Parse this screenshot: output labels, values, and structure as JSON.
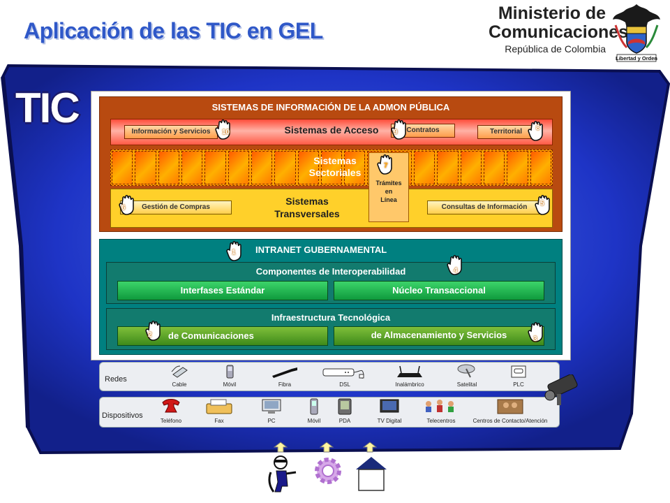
{
  "header": {
    "title": "Aplicación de las TIC en GEL",
    "ministry_line1": "Ministerio de",
    "ministry_line2": "Comunicaciones",
    "ministry_line3": "República de Colombia",
    "seal_motto": "Libertad y Orden"
  },
  "banner": {
    "tic_label": "TIC",
    "color": "#1c2fc8"
  },
  "admin": {
    "title": "SISTEMAS DE INFORMACIÓN DE LA ADMON PÚBLICA",
    "acceso": {
      "label": "Sistemas de Acceso",
      "chips": [
        "Información y Servicios",
        "Contratos",
        "Territorial"
      ]
    },
    "sectoriales": {
      "label_line1": "Sistemas",
      "label_line2": "Sectoriales"
    },
    "transversales": {
      "label_line1": "Sistemas",
      "label_line2": "Transversales",
      "chips": [
        "Gestión de Compras",
        "Consultas de Información"
      ]
    },
    "tramites": {
      "line1": "Trámites",
      "line2": "en",
      "line3": "Línea"
    }
  },
  "intranet": {
    "title": "INTRANET GUBERNAMENTAL",
    "interop": {
      "title": "Componentes de Interoperabilidad",
      "items": [
        "Interfases Estándar",
        "Núcleo Transaccional"
      ]
    },
    "infra": {
      "title": "Infraestructura Tecnológica",
      "items": [
        "de Comunicaciones",
        "de Almacenamiento y Servicios"
      ]
    }
  },
  "hand_numbers": [
    "10",
    "9",
    "8",
    "7",
    "6",
    "5",
    "1",
    "4",
    "2",
    "3"
  ],
  "redes": {
    "label": "Redes",
    "items": [
      "Cable",
      "Móvil",
      "Fibra",
      "DSL",
      "Inalámbrico",
      "Satelital",
      "PLC"
    ]
  },
  "dispositivos": {
    "label": "Dispositivos",
    "items": [
      "Teléfono",
      "Fax",
      "PC",
      "Móvil",
      "PDA",
      "TV Digital",
      "Telecentros",
      "Centros de Contacto/Atención"
    ]
  }
}
